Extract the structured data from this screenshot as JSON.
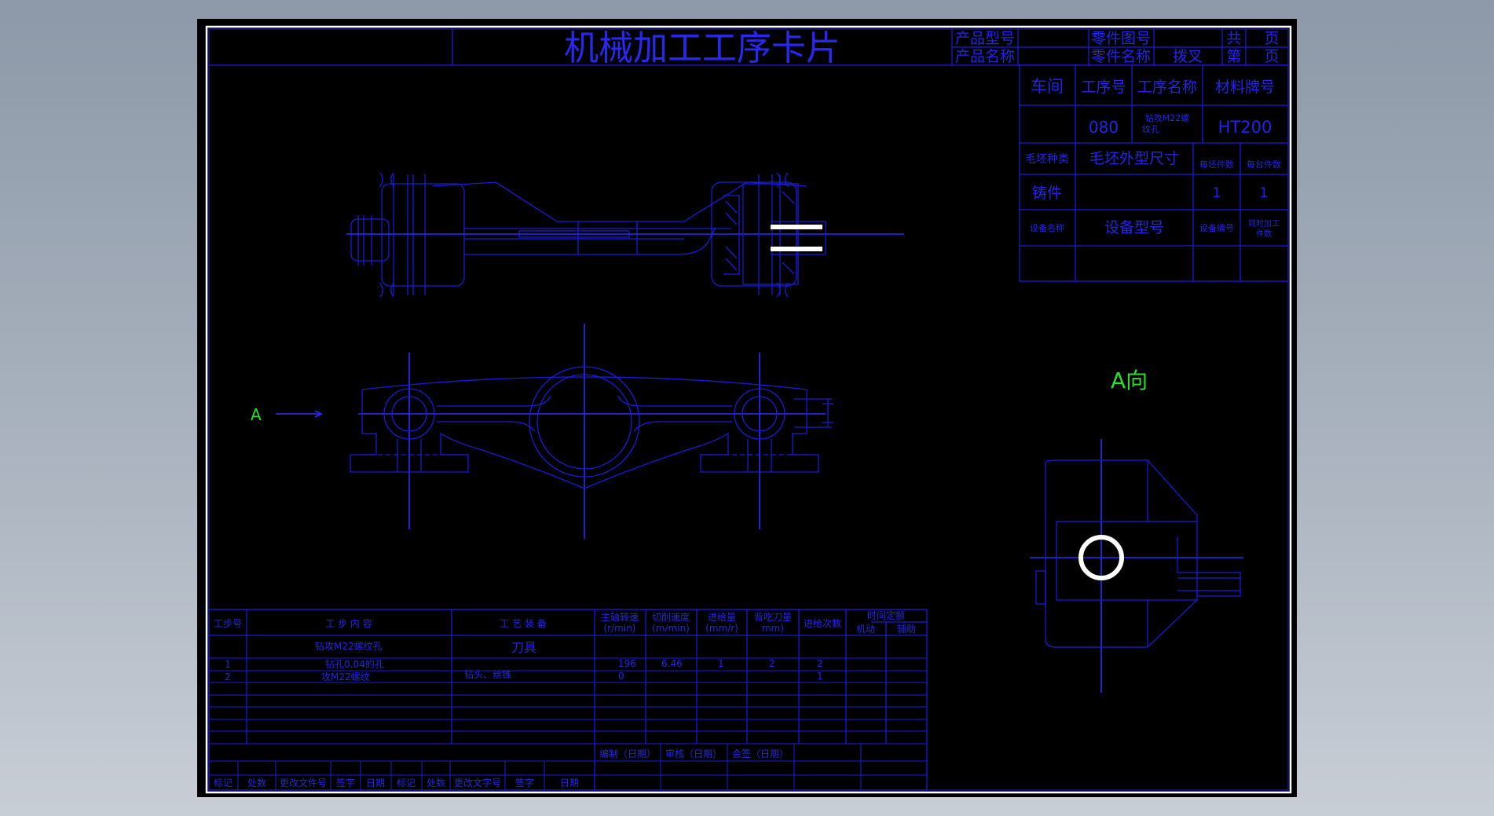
{
  "card_title": "机械加工工序卡片",
  "header": {
    "product_model_label": "产品型号",
    "product_name_label": "产品名称",
    "part_drawing_no_label": "零件图号",
    "part_name_label": "零件名称",
    "part_name_value": "拨叉",
    "total_label": "共",
    "page_label": "第",
    "page_unit": "页"
  },
  "info_table": {
    "workshop_label": "车间",
    "process_no_label": "工序号",
    "process_name_label": "工序名称",
    "material_label": "材料牌号",
    "process_no_value": "080",
    "process_name_value_1": "钻攻M22螺",
    "process_name_value_2": "纹孔",
    "material_value": "HT200",
    "blank_type_label": "毛坯种类",
    "blank_size_label": "毛坯外型尺寸",
    "blanks_per_label": "每坯件数",
    "parts_per_label": "每台件数",
    "blank_type_value": "铸件",
    "blanks_per_value": "1",
    "parts_per_value": "1",
    "equipment_name_label": "设备名称",
    "equipment_model_label": "设备型号",
    "equipment_no_label": "设备编号",
    "simultaneous_label_1": "同时加工",
    "simultaneous_label_2": "件数"
  },
  "view_labels": {
    "view_a_title": "A向",
    "arrow_label": "A"
  },
  "process_table": {
    "col_step_no": "工步号",
    "col_step_content": "工 步 内 容",
    "col_equipment": "工 艺 装 备",
    "col_spindle_speed_1": "主轴转速",
    "col_spindle_speed_2": "(r/min)",
    "col_cut_speed_1": "切削速度",
    "col_cut_speed_2": "(m/min)",
    "col_feed_1": "进给量",
    "col_feed_2": "(mm/r)",
    "col_depth_1": "背吃刀量",
    "col_depth_2": "mm)",
    "col_passes": "进给次数",
    "col_time_quota": "时间定额",
    "col_machine_time": "机动",
    "col_aux_time": "辅助",
    "title_row_content": "钻攻M22螺纹孔",
    "title_row_tool": "刀具",
    "rows": [
      {
        "no": "1",
        "content": "钻孔0.04的孔",
        "speed": "196",
        "cut": "6.46",
        "feed": "1",
        "depth": "2",
        "passes": "2"
      },
      {
        "no": "2",
        "content": "攻M22螺纹",
        "speed": "0",
        "cut": "",
        "feed": "",
        "depth": "",
        "passes": "1"
      }
    ],
    "tool_value": "钻头、丝锥"
  },
  "footer": {
    "compile_label": "编制（日期）",
    "review_label": "审核（日期）",
    "countersign_label": "会签（日期）",
    "mark_1": "标记",
    "count_1": "处数",
    "change_doc_1": "更改文件号",
    "sign_1": "签字",
    "date_1": "日期",
    "mark_2": "标记",
    "count_2": "处数",
    "change_doc_2": "更改文字号",
    "sign_2": "签字",
    "date_2": "日期"
  },
  "colors": {
    "background": "#000000",
    "line": "#1a1ad8",
    "frame": "#ffffff",
    "view_label": "#28e028"
  }
}
